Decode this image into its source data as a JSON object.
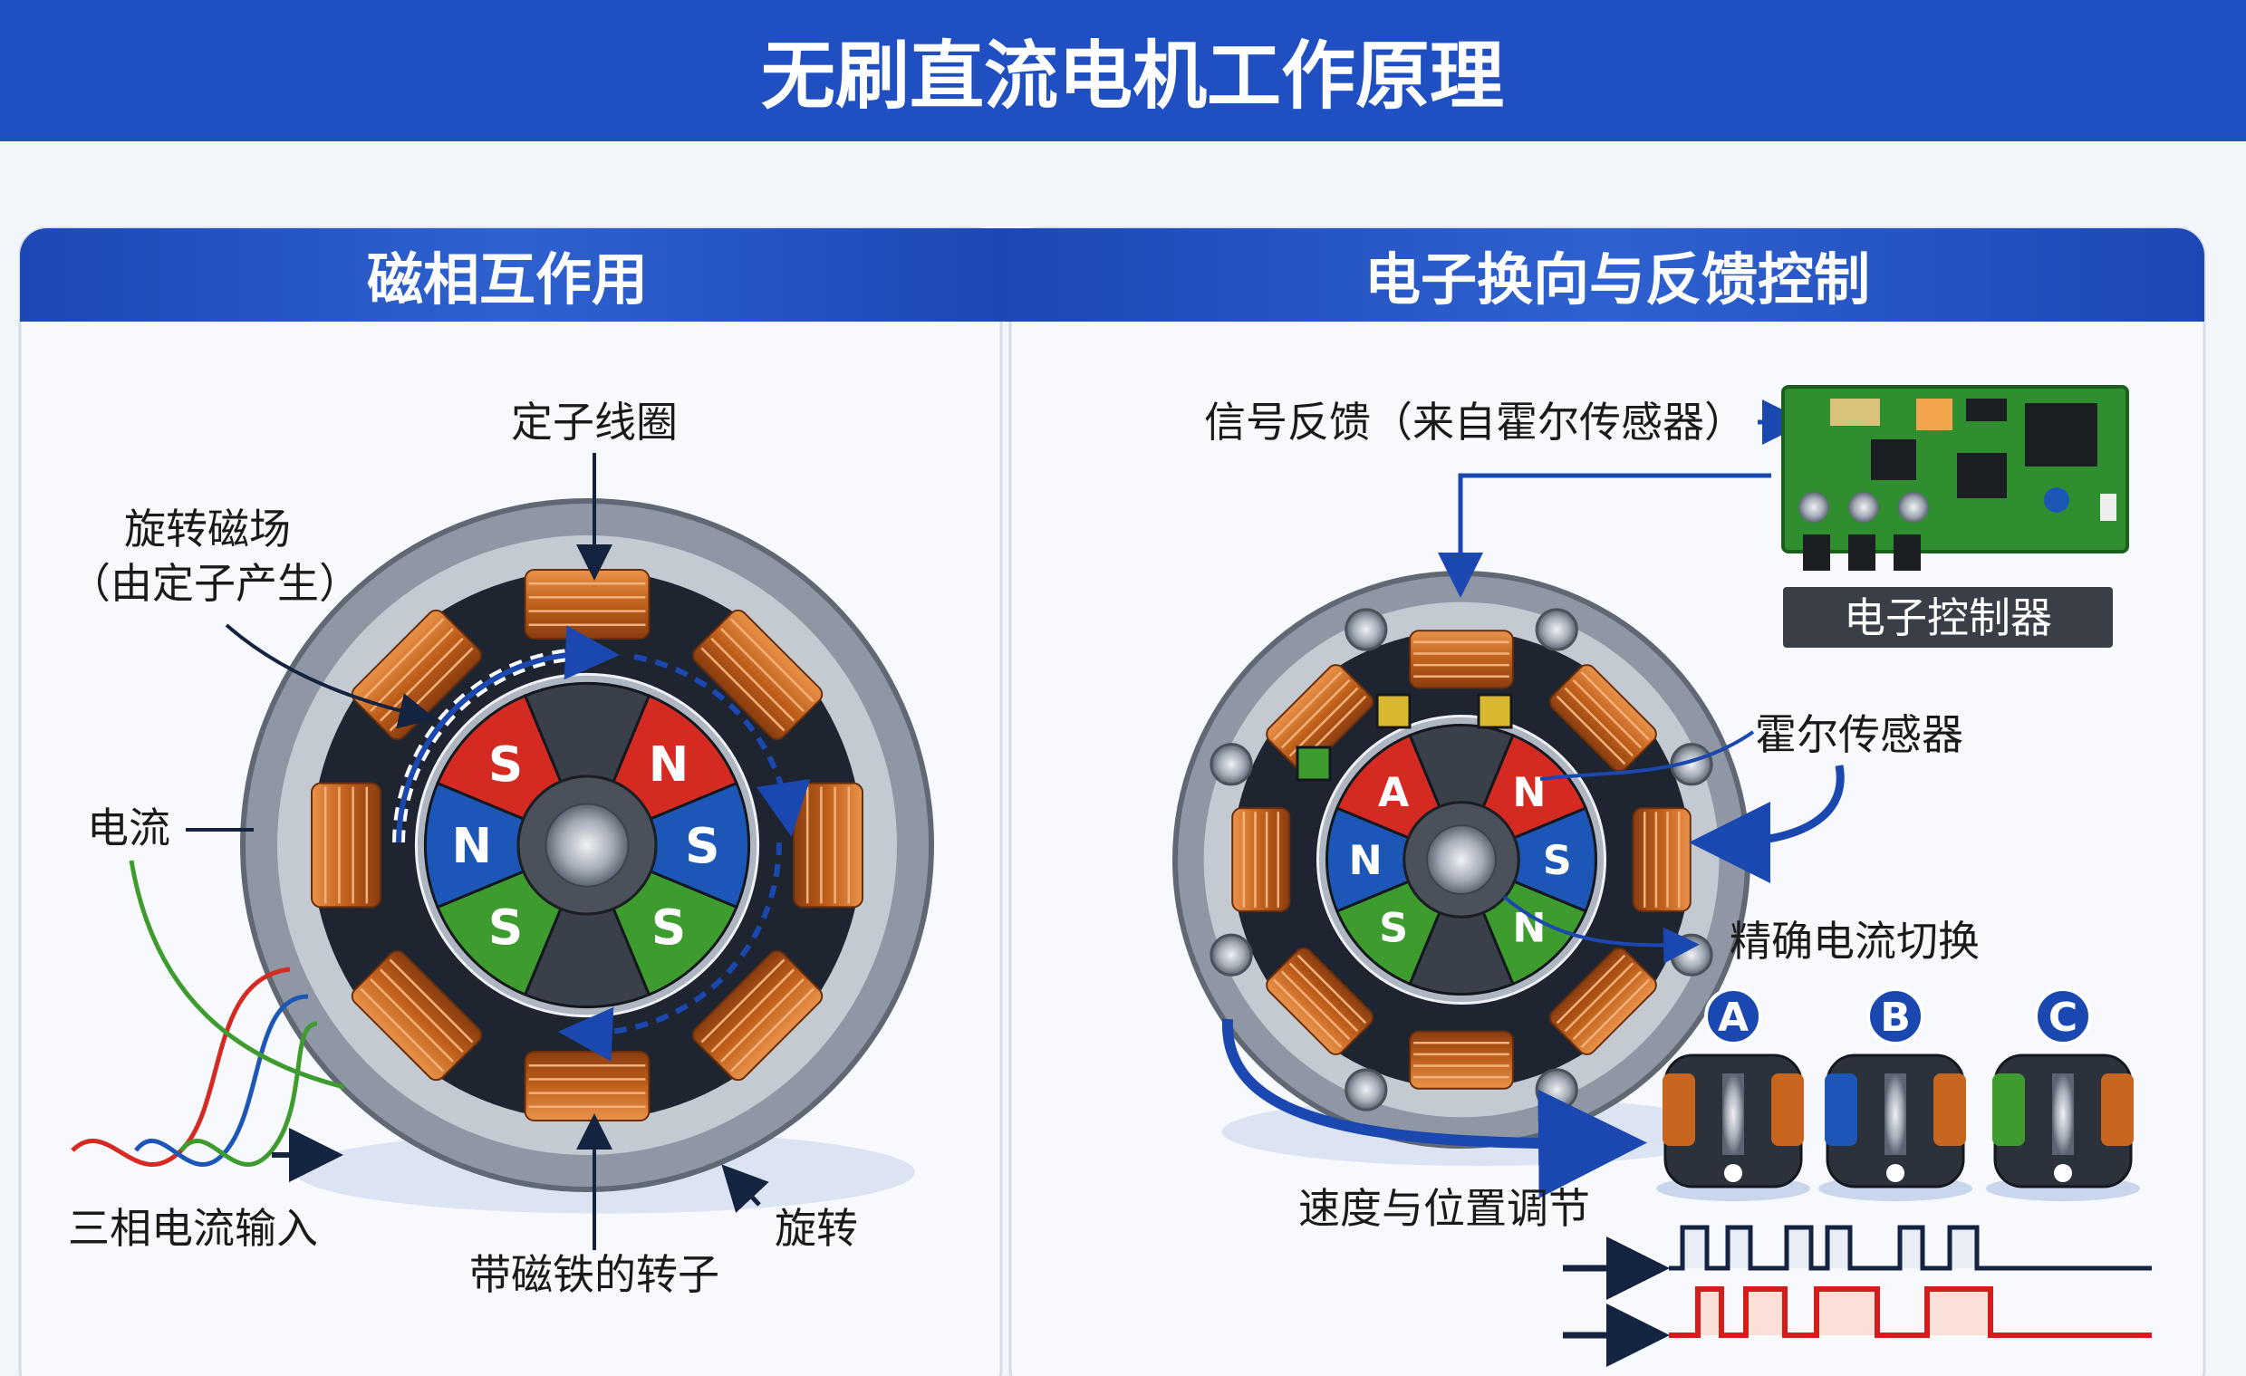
{
  "title": "无刷直流电机工作原理",
  "colors": {
    "header_blue": "#1f4fc0",
    "copper": "#c8661f",
    "rotor_red": "#d42a22",
    "rotor_blue": "#1c57b8",
    "rotor_green": "#3e9c2e",
    "pcb_green": "#2f8f2f",
    "signal_red": "#d41c1c",
    "signal_navy": "#14233f"
  },
  "left_panel": {
    "header": "磁相互作用",
    "labels": {
      "stator_coil": "定子线圈",
      "rotating_field_1": "旋转磁场",
      "rotating_field_2": "（由定子产生）",
      "current": "电流",
      "three_phase_input": "三相电流输入",
      "rotor_with_magnets": "带磁铁的转子",
      "rotation": "旋转"
    },
    "rotor_poles": [
      "",
      "N",
      "S",
      "S",
      "",
      "S",
      "N",
      "S"
    ]
  },
  "right_panel": {
    "header": "电子换向与反馈控制",
    "labels": {
      "signal_feedback": "信号反馈（来自霍尔传感器）",
      "controller": "电子控制器",
      "hall_sensor": "霍尔传感器",
      "current_switching": "精确电流切换",
      "speed_position": "速度与位置调节"
    },
    "rotor_poles": [
      "",
      "N",
      "S",
      "N",
      "",
      "S",
      "N",
      "A"
    ],
    "phases": [
      "A",
      "B",
      "C"
    ]
  }
}
